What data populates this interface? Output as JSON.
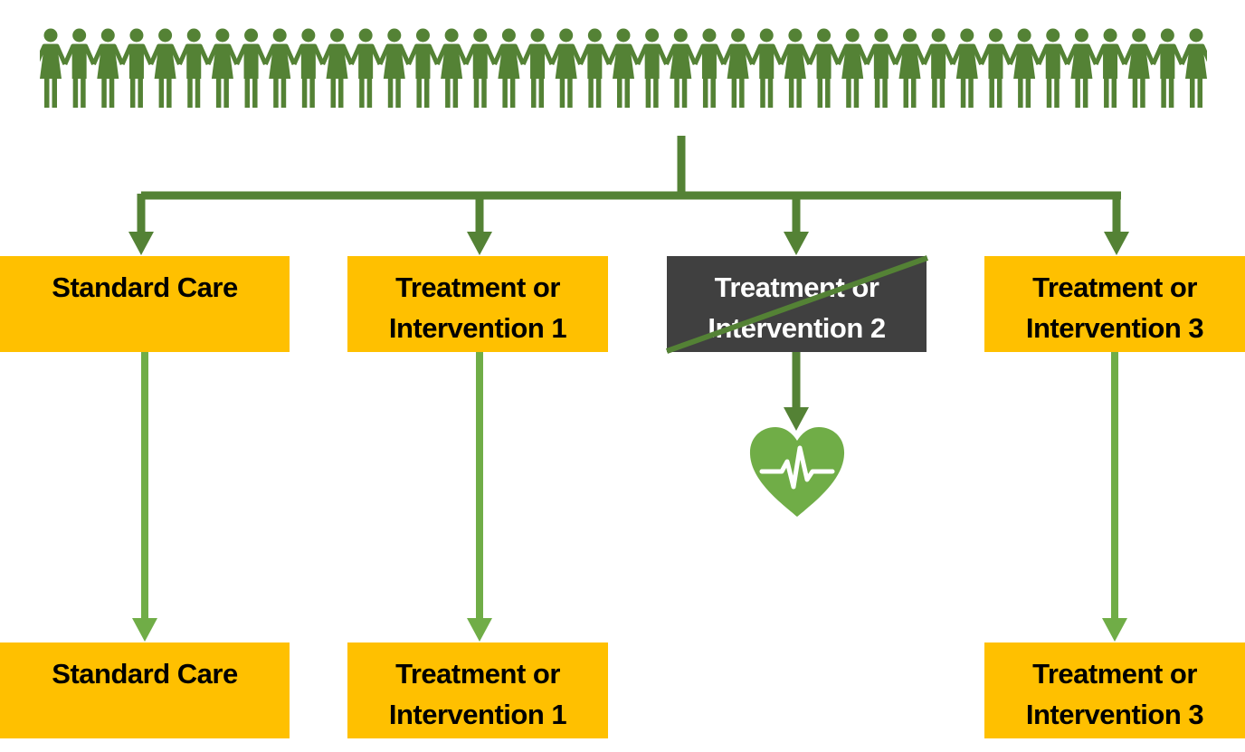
{
  "population": {
    "figure_count": 41,
    "color": "#548235",
    "icon": "people-icon"
  },
  "arms": [
    {
      "id": "standard-care",
      "lines": [
        "Standard Care"
      ],
      "dropped": false
    },
    {
      "id": "intervention-1",
      "lines": [
        "Treatment or",
        "Intervention 1"
      ],
      "dropped": false
    },
    {
      "id": "intervention-2",
      "lines": [
        "Treatment or",
        "Intervention 2"
      ],
      "dropped": true
    },
    {
      "id": "intervention-3",
      "lines": [
        "Treatment or",
        "Intervention 3"
      ],
      "dropped": false
    }
  ],
  "outcomes": [
    {
      "id": "standard-care",
      "lines": [
        "Standard Care"
      ]
    },
    {
      "id": "intervention-1",
      "lines": [
        "Treatment or",
        "Intervention 1"
      ]
    },
    {
      "id": "intervention-3",
      "lines": [
        "Treatment or",
        "Intervention 3"
      ]
    }
  ],
  "colors": {
    "box_fill": "#FFC000",
    "dropped_fill": "#404040",
    "branch_line": "#548235",
    "continue_line": "#70AD47",
    "heart_fill": "#70AD47"
  },
  "icons": {
    "dropped_outcome": "heart-pulse-icon"
  }
}
